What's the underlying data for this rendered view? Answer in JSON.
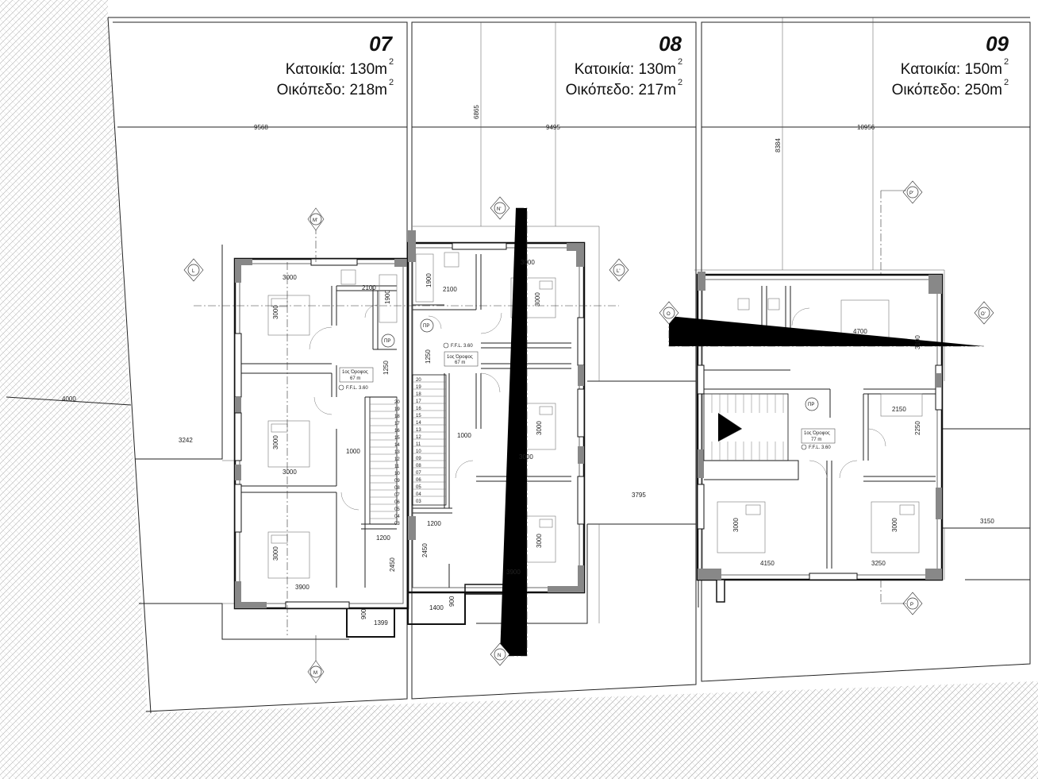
{
  "plots": [
    {
      "id": "07",
      "house_label": "Κατοικία: 130m",
      "house_sup": "2",
      "land_label": "Οικόπεδο: 218m",
      "land_sup": "2"
    },
    {
      "id": "08",
      "house_label": "Κατοικία: 130m",
      "house_sup": "2",
      "land_label": "Οικόπεδο: 217m",
      "land_sup": "2"
    },
    {
      "id": "09",
      "house_label": "Κατοικία: 150m",
      "house_sup": "2",
      "land_label": "Οικόπεδο: 250m",
      "land_sup": "2"
    }
  ],
  "dimensions": {
    "p07_width": "9568",
    "p08_width": "9495",
    "p08_depth": "6865",
    "p09_width": "10956",
    "p09_depth": "8384",
    "side_left": "4000",
    "setback_07": "3242",
    "setback_08": "3795",
    "setback_09": "3150",
    "h07_room_top": "3000",
    "h07_2100": "2100",
    "h07_1900": "1900",
    "h07_v1": "3000",
    "h07_1250": "1250",
    "h07_v2": "3000",
    "h07_1000": "1000",
    "h07_mid": "3000",
    "h07_v3": "3000",
    "h07_1200": "1200",
    "h07_2450": "2450",
    "h07_bottom": "3900",
    "h07_900": "900",
    "h07_1399": "1399",
    "h08_room_top": "3000",
    "h08_1900": "1900",
    "h08_2100": "2100",
    "h08_v1": "3000",
    "h08_1250": "1250",
    "h08_1000": "1000",
    "h08_v2": "3000",
    "h08_mid": "3000",
    "h08_v3": "3000",
    "h08_1200": "1200",
    "h08_2450": "2450",
    "h08_bottom": "3900",
    "h08_900": "900",
    "h08_1400": "1400",
    "h09_4700": "4700",
    "h09_3100": "3100",
    "h09_2150": "2150",
    "h09_2250": "2250",
    "h09_v1": "3000",
    "h09_v2": "3000",
    "h09_4150": "4150",
    "h09_3250": "3250"
  },
  "floor_labels": {
    "h07_floor": "1ος Όροφος",
    "h07_area": "67 m",
    "h07_ffl": "F.F.L. 3.60",
    "h08_floor": "1ος Όροφος",
    "h08_area": "67 m",
    "h08_ffl": "F.F.L. 3.60",
    "h09_floor": "1ος Όροφος",
    "h09_area": "77 m",
    "h09_ffl": "F.F.L. 3.60",
    "pr": "ΠΡ"
  },
  "stairs": {
    "steps_07": [
      "20",
      "19",
      "18",
      "17",
      "16",
      "15",
      "14",
      "13",
      "12",
      "11",
      "10",
      "09",
      "08",
      "07",
      "06",
      "05",
      "04",
      "03"
    ],
    "steps_08": [
      "20",
      "19",
      "18",
      "17",
      "16",
      "15",
      "14",
      "13",
      "12",
      "11",
      "10",
      "09",
      "08",
      "07",
      "06",
      "05",
      "04",
      "03"
    ]
  },
  "section_markers": {
    "m_top": "M'",
    "m_bottom": "M",
    "l_left": "L",
    "l_right": "L'",
    "n_top": "N'",
    "n_bottom": "N",
    "o_left": "O",
    "o_right": "O'",
    "p_top": "P'",
    "p_bottom": "P"
  }
}
